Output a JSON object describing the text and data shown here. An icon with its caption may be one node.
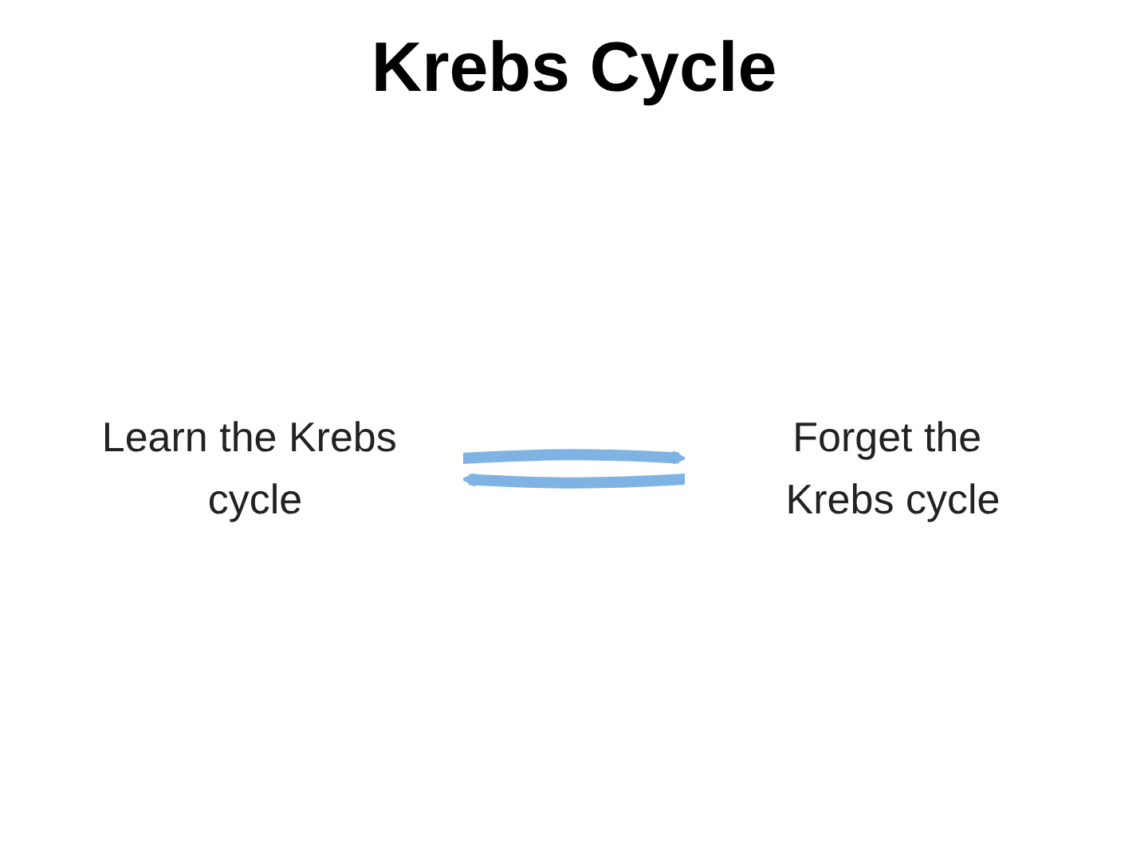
{
  "diagram": {
    "title": "Krebs Cycle",
    "nodes": [
      {
        "text": [
          "Learn the Krebs cycle"
        ]
      },
      {
        "text": [
          "Forget the Krebs cycle"
        ]
      }
    ],
    "edges": [
      {
        "from": 0,
        "to": 1,
        "arrow": "to"
      },
      {
        "from": 1,
        "to": 0,
        "arrow": "to"
      }
    ]
  }
}
